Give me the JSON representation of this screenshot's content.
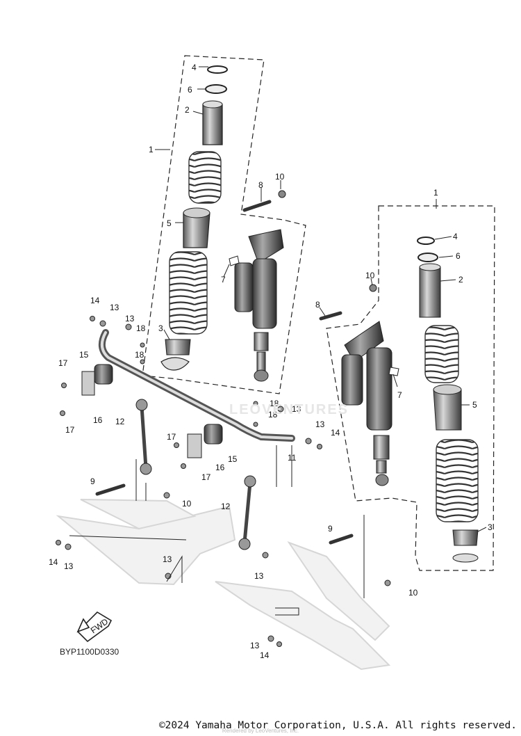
{
  "diagram": {
    "part_code": "BYP1100D0330",
    "fwd_label": "FWD",
    "copyright": "©2024 Yamaha Motor Corporation, U.S.A. All rights reserved.",
    "renderer_note": "Rendered by LeoVentures, Inc.",
    "brand_watermark": "LEOVENTURES",
    "callouts": {
      "c1a": "1",
      "c4a": "4",
      "c6a": "6",
      "c2a": "2",
      "c5a": "5",
      "c3a": "3",
      "c8a": "8",
      "c10a": "10",
      "c7a": "7",
      "c1b": "1",
      "c4b": "4",
      "c6b": "6",
      "c2b": "2",
      "c5b": "5",
      "c3b": "3",
      "c10b": "10",
      "c8b": "8",
      "c7b": "7",
      "c14a": "14",
      "c13a": "13",
      "c13b": "13",
      "c18a": "18",
      "c18b": "18",
      "c15a": "15",
      "c17a": "17",
      "c17b": "17",
      "c16a": "16",
      "c12a": "12",
      "c18c": "18",
      "c18d": "18",
      "c13c": "13",
      "c13d": "13",
      "c14b": "14",
      "c17c": "17",
      "c15b": "15",
      "c16b": "16",
      "c17d": "17",
      "c11": "11",
      "c9a": "9",
      "c10c": "10",
      "c12b": "12",
      "c14c": "14",
      "c13e": "13",
      "c13f": "13",
      "c13g": "13",
      "c9b": "9",
      "c10d": "10",
      "c13h": "13",
      "c14d": "14"
    }
  }
}
